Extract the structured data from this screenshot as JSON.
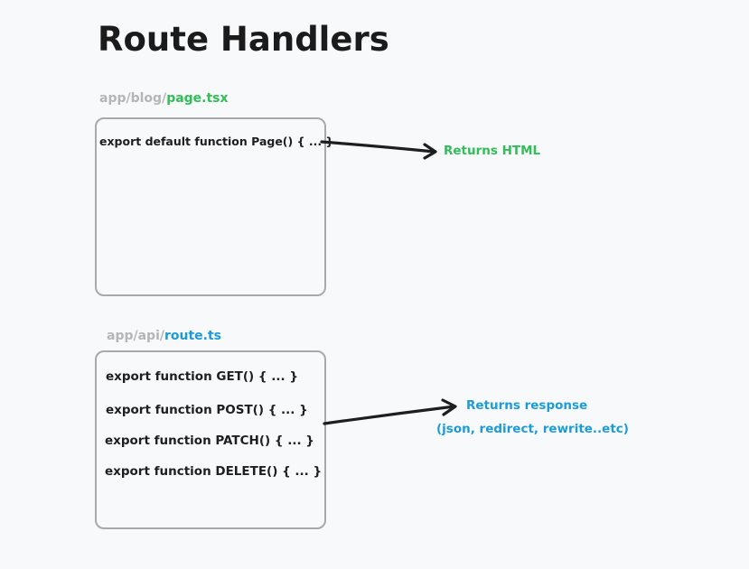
{
  "title": "Route Handlers",
  "page_section": {
    "path_dir": "app/blog/",
    "path_file": "page.tsx",
    "code_line": "export default function Page() { ... }",
    "result_label": "Returns HTML"
  },
  "route_section": {
    "path_dir": "app/api/",
    "path_file": "route.ts",
    "code_lines": [
      "export function GET() { ... }",
      "export function POST() { ... }",
      "export function PATCH() { ... }",
      "export function DELETE() { ... }"
    ],
    "result_label": "Returns response",
    "result_sublabel": "(json, redirect, rewrite..etc)"
  },
  "colors": {
    "green": "#2fbe57",
    "blue": "#1d9bd8",
    "gray": "#b5b5b5",
    "ink": "#1e1e1e"
  }
}
